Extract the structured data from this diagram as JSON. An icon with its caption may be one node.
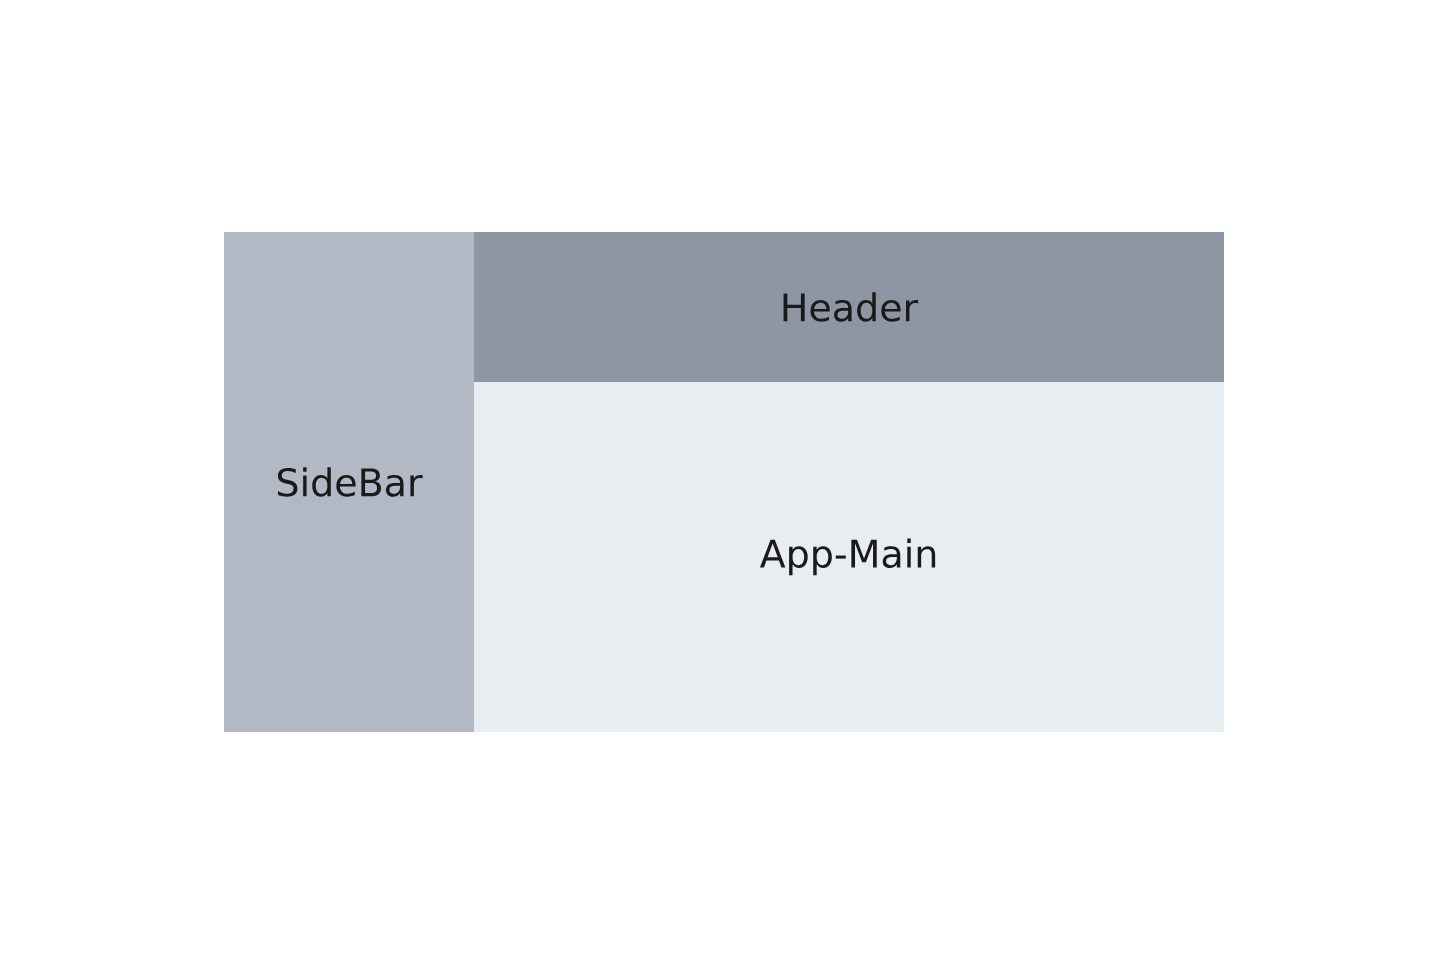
{
  "diagram": {
    "nodes": [
      {
        "text": [
          "SideBar"
        ]
      },
      {
        "text": [
          "Header"
        ]
      },
      {
        "text": [
          "App-Main"
        ]
      }
    ]
  }
}
